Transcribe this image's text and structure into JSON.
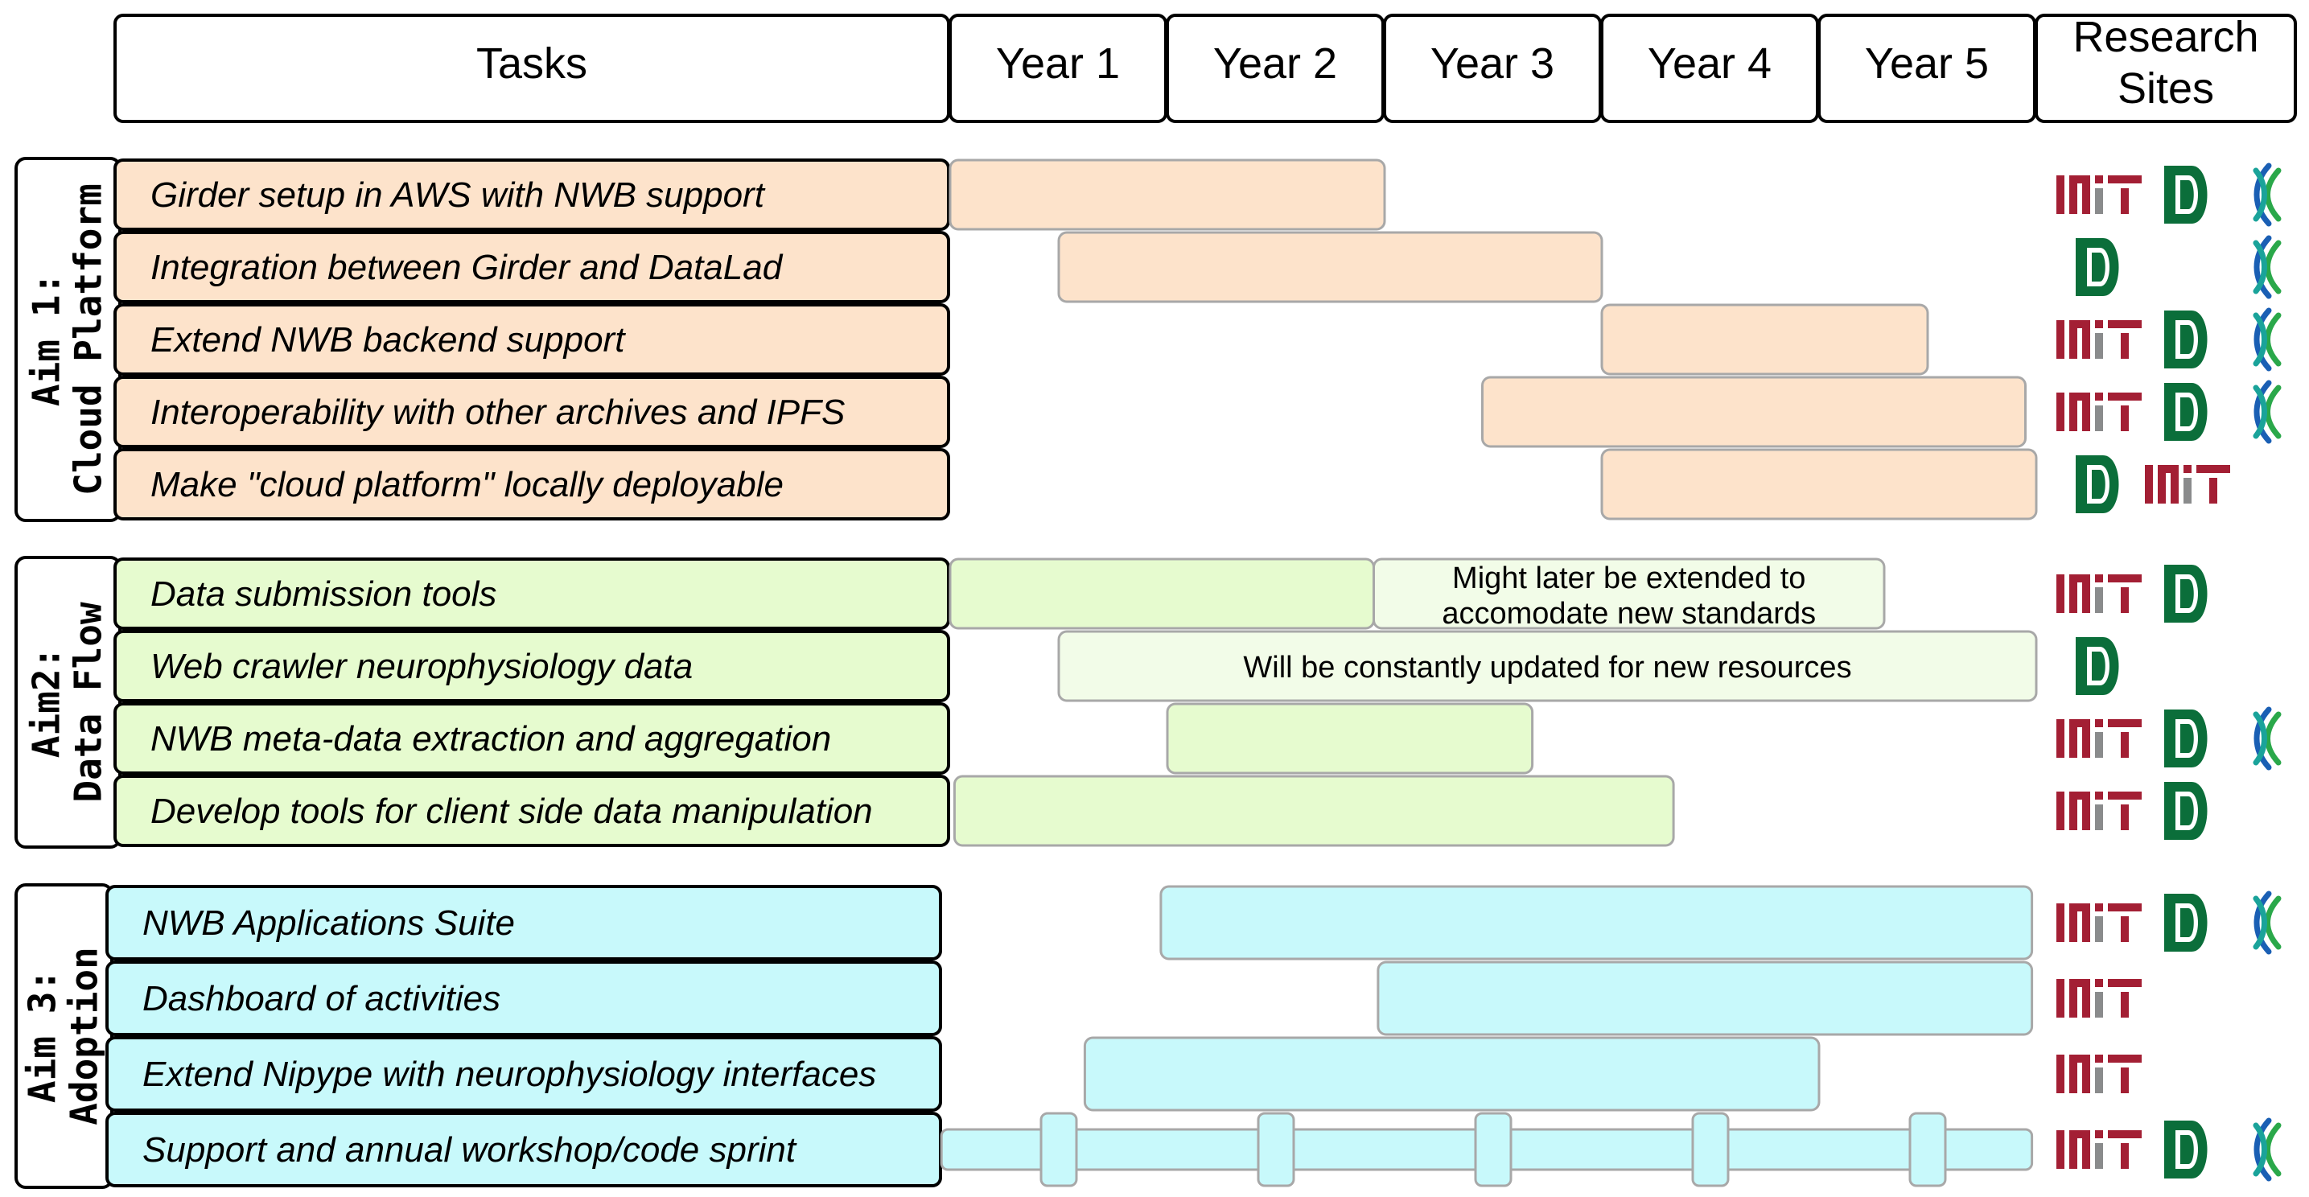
{
  "header": {
    "tasks": "Tasks",
    "years": [
      "Year 1",
      "Year 2",
      "Year 3",
      "Year 4",
      "Year 5"
    ],
    "sites_line1": "Research",
    "sites_line2": "Sites"
  },
  "colors": {
    "aim1_fill": "#fde3cb",
    "aim2_fill": "#e6fbcf",
    "aim2_light_fill": "#f2fce8",
    "aim3_fill": "#c8f9fb",
    "mit": "#a31f34",
    "dartmouth": "#0b6e3a",
    "kitware": "#1aa39a"
  },
  "aims": [
    {
      "line1": "Aim 1:",
      "line2": "Cloud Platform",
      "tasks": [
        {
          "label": "Girder setup in AWS with NWB support",
          "start": 1.0,
          "end": 3.0,
          "sites": [
            "mit",
            "dartmouth",
            "kitware"
          ]
        },
        {
          "label": "Integration between Girder and DataLad",
          "start": 1.5,
          "end": 4.0,
          "sites": [
            "dartmouth",
            "kitware"
          ]
        },
        {
          "label": "Extend NWB backend support",
          "start": 4.0,
          "end": 5.5,
          "sites": [
            "mit",
            "dartmouth",
            "kitware"
          ]
        },
        {
          "label": "Interoperability with other archives and IPFS",
          "start": 3.45,
          "end": 5.95,
          "sites": [
            "mit",
            "dartmouth",
            "kitware"
          ]
        },
        {
          "label": "Make \"cloud platform\" locally deployable",
          "start": 4.0,
          "end": 6.0,
          "sites": [
            "dartmouth",
            "mit"
          ]
        }
      ]
    },
    {
      "line1": "Aim2:",
      "line2": "Data Flow",
      "tasks": [
        {
          "label": "Data submission tools",
          "start": 1.0,
          "end": 2.95,
          "sites": [
            "mit",
            "dartmouth"
          ],
          "extension": {
            "start": 2.95,
            "end": 5.3,
            "note_line1": "Might later be extended to",
            "note_line2": "accomodate new standards"
          }
        },
        {
          "label": "Web crawler neurophysiology data",
          "start": 1.5,
          "end": 6.0,
          "light": true,
          "note": "Will be constantly updated for new resources",
          "sites": [
            "dartmouth"
          ]
        },
        {
          "label": "NWB meta-data extraction and aggregation",
          "start": 2.0,
          "end": 3.68,
          "sites": [
            "mit",
            "dartmouth",
            "kitware"
          ]
        },
        {
          "label": "Develop tools for client side data manipulation",
          "start": 1.02,
          "end": 4.33,
          "sites": [
            "mit",
            "dartmouth"
          ]
        }
      ]
    },
    {
      "line1": "Aim 3:",
      "line2": "Adoption",
      "tasks": [
        {
          "label": "NWB Applications Suite",
          "start": 1.97,
          "end": 5.98,
          "sites": [
            "mit",
            "dartmouth",
            "kitware"
          ]
        },
        {
          "label": "Dashboard of activities",
          "start": 2.97,
          "end": 5.98,
          "sites": [
            "mit"
          ]
        },
        {
          "label": "Extend Nipype with neurophysiology interfaces",
          "start": 1.62,
          "end": 5.0,
          "sites": [
            "mit"
          ]
        },
        {
          "label": "Support and annual workshop/code sprint",
          "start": 0.96,
          "end": 5.98,
          "workshops": [
            1.5,
            2.5,
            3.5,
            4.5,
            5.5
          ],
          "sites": [
            "mit",
            "dartmouth",
            "kitware"
          ]
        }
      ]
    }
  ]
}
